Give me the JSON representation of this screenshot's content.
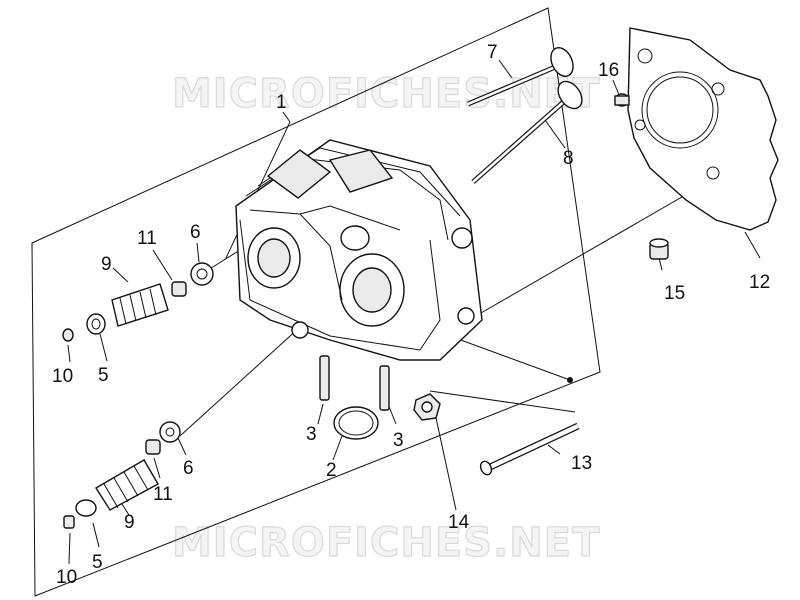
{
  "watermarks": [
    "MICROFICHES.NET",
    "MICROFICHES.NET"
  ],
  "callouts": {
    "c1": "1",
    "c2": "2",
    "c3a": "3",
    "c3b": "3",
    "c5a": "5",
    "c5b": "5",
    "c6a": "6",
    "c6b": "6",
    "c7": "7",
    "c8": "8",
    "c9a": "9",
    "c9b": "9",
    "c10a": "10",
    "c10b": "10",
    "c11a": "11",
    "c11b": "11",
    "c12": "12",
    "c13": "13",
    "c14": "14",
    "c15": "15",
    "c16": "16"
  }
}
